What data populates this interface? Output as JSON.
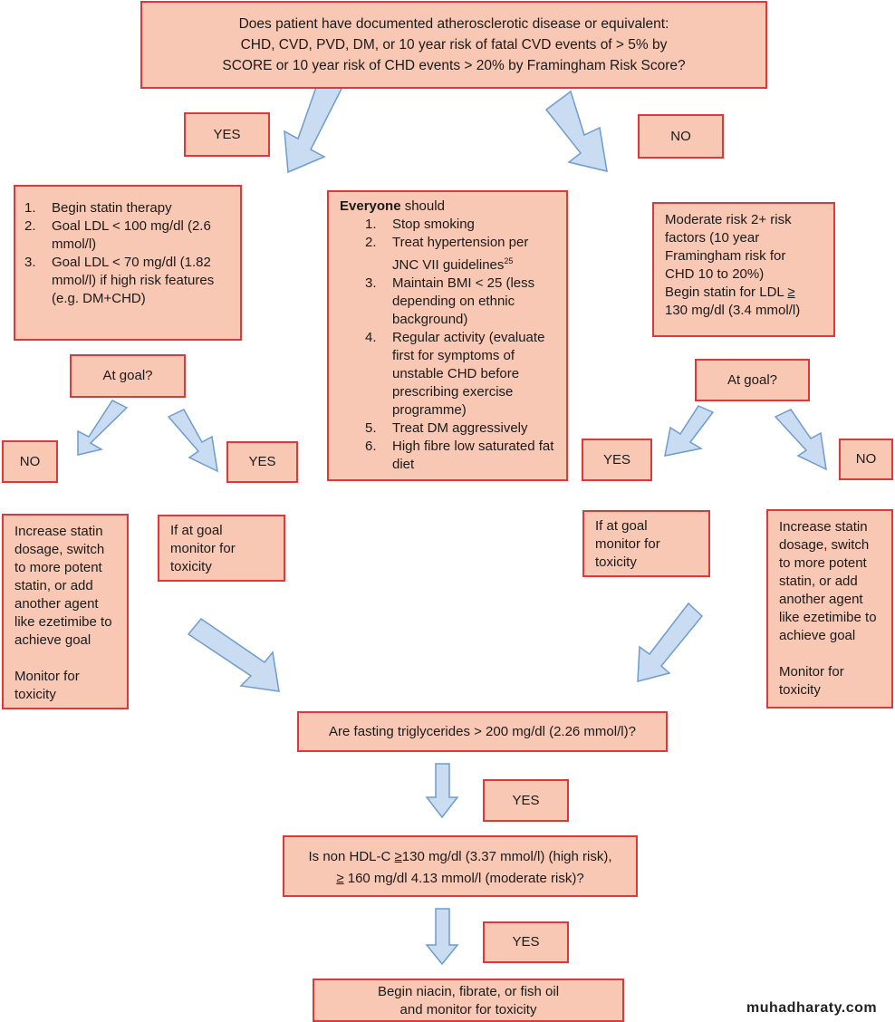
{
  "question_top": [
    "Does patient have documented atherosclerotic disease  or equivalent:",
    "CHD, CVD, PVD, DM, or 10 year risk of fatal CVD events of > 5% by",
    "SCORE or 10 year risk of CHD events > 20% by Framingham Risk Score?"
  ],
  "labels": {
    "yes_left_top": "YES",
    "no_right_top": "NO",
    "at_goal_left": "At goal?",
    "at_goal_right": "At goal?",
    "no_left": "NO",
    "yes_left": "YES",
    "yes_right": "YES",
    "no_right": "NO",
    "yes_tg": "YES",
    "yes_hdl": "YES"
  },
  "left_therapy": [
    {
      "num": "1.",
      "text": "Begin statin therapy"
    },
    {
      "num": "2.",
      "text": "Goal LDL < 100 mg/dl (2.6 mmol/l)"
    },
    {
      "num": "3.",
      "text": "Goal LDL < 70 mg/dl (1.82 mmol/l) if high risk features (e.g. DM+CHD)"
    }
  ],
  "everyone": {
    "bold": "Everyone",
    "rest": " should",
    "items": [
      {
        "num": "1.",
        "text": "Stop smoking"
      },
      {
        "num": "2.",
        "text": "Treat hypertension per JNC VII guidelines",
        "sup": "25"
      },
      {
        "num": "3.",
        "text": "Maintain BMI < 25 (less depending on ethnic background)"
      },
      {
        "num": "4.",
        "text": "Regular activity (evaluate first for symptoms of unstable CHD before prescribing exercise programme)"
      },
      {
        "num": "5.",
        "text": "Treat DM aggressively"
      },
      {
        "num": "6.",
        "text": "High fibre low saturated fat diet"
      }
    ]
  },
  "moderate_risk": {
    "lines": [
      "Moderate risk 2+ risk",
      "factors (10 year",
      "Framingham risk for",
      "CHD 10 to 20%)"
    ],
    "statin_prefix": "Begin statin for LDL ",
    "statin_ge": "≥",
    "statin_suffix": "130 mg/dl (3.4 mmol/l)"
  },
  "increase_left": [
    "Increase statin",
    "dosage, switch",
    "to more potent",
    "statin, or add",
    "another agent",
    "like ezetimibe to",
    "achieve goal",
    "",
    "Monitor for",
    "toxicity"
  ],
  "increase_right": [
    "Increase statin",
    "dosage, switch",
    "to more potent",
    "statin, or add",
    "another agent",
    "like ezetimibe to",
    "achieve goal",
    "",
    "Monitor for",
    "toxicity"
  ],
  "monitor_left": [
    "If at goal",
    "monitor for",
    "toxicity"
  ],
  "monitor_right": [
    "If at goal",
    "monitor for",
    "toxicity"
  ],
  "triglycerides": "Are fasting triglycerides > 200 mg/dl (2.26 mmol/l)?",
  "non_hdl": {
    "line1_prefix": "Is non HDL-C ",
    "line1_ge": "≥",
    "line1_suffix": "130 mg/dl (3.37 mmol/l) (high risk),",
    "line2_ge": "≥",
    "line2_suffix": " 160 mg/dl 4.13 mmol/l (moderate risk)?"
  },
  "final": [
    "Begin niacin, fibrate, or fish oil",
    "and monitor for toxicity"
  ],
  "watermark": "muhadharaty.com",
  "colors": {
    "box_fill": "#f9c8b4",
    "box_border": "#e0383a",
    "arrow_fill": "#c9dcf2",
    "arrow_stroke": "#6e9ccc"
  }
}
